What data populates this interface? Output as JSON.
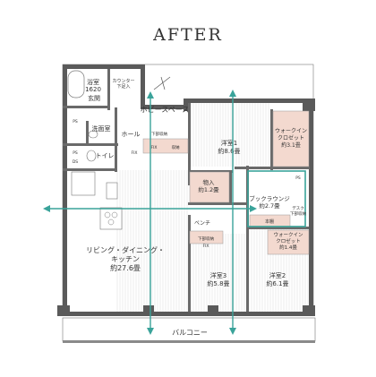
{
  "title": "AFTER",
  "rooms": {
    "bath": {
      "name": "浴室",
      "size": "1620"
    },
    "entrance": {
      "name": "玄関"
    },
    "counter": {
      "line1": "カウンター",
      "line2": "下足入"
    },
    "washroom": {
      "name": "洗面室"
    },
    "hall": {
      "name": "ホール"
    },
    "toilet": {
      "name": "トイレ"
    },
    "hobby": {
      "name": "ホビースペース"
    },
    "western1": {
      "name": "洋室1",
      "size": "約8.6畳"
    },
    "walkin1": {
      "line1": "ウォークイン",
      "line2": "クロゼット",
      "size": "約3.1畳"
    },
    "storage": {
      "name": "物入",
      "size": "約1.2畳"
    },
    "book": {
      "name": "ブックラウンジ",
      "size": "約2.7畳"
    },
    "shelf": {
      "name": "本棚"
    },
    "desk": {
      "line1": "デスク",
      "line2": "下部収納"
    },
    "walkin2": {
      "line1": "ウォークイン",
      "line2": "クロゼット",
      "size": "約1.4畳"
    },
    "ldk": {
      "line1": "リビング・ダイニング・",
      "line2": "キッチン",
      "size": "約27.6畳"
    },
    "bench": {
      "name": "ベンチ"
    },
    "western3": {
      "name": "洋室3",
      "size": "約5.8畳"
    },
    "western2": {
      "name": "洋室2",
      "size": "約6.1畳"
    },
    "balcony": {
      "name": "バルコニー"
    }
  },
  "fixtures": {
    "lower_storage_a": "下部収納",
    "lower_storage_b": "下部収納",
    "storage_word": "収納",
    "fix_a": "FIX",
    "fix_b": "FIX",
    "fix_c": "FIX",
    "ps_a": "PS",
    "ps_b": "PS",
    "ds": "DS",
    "ps_c": "PS"
  },
  "colors": {
    "arrow": "#3aa39a",
    "closet": "#f3d9cf",
    "wall": "#5a5a5a"
  }
}
